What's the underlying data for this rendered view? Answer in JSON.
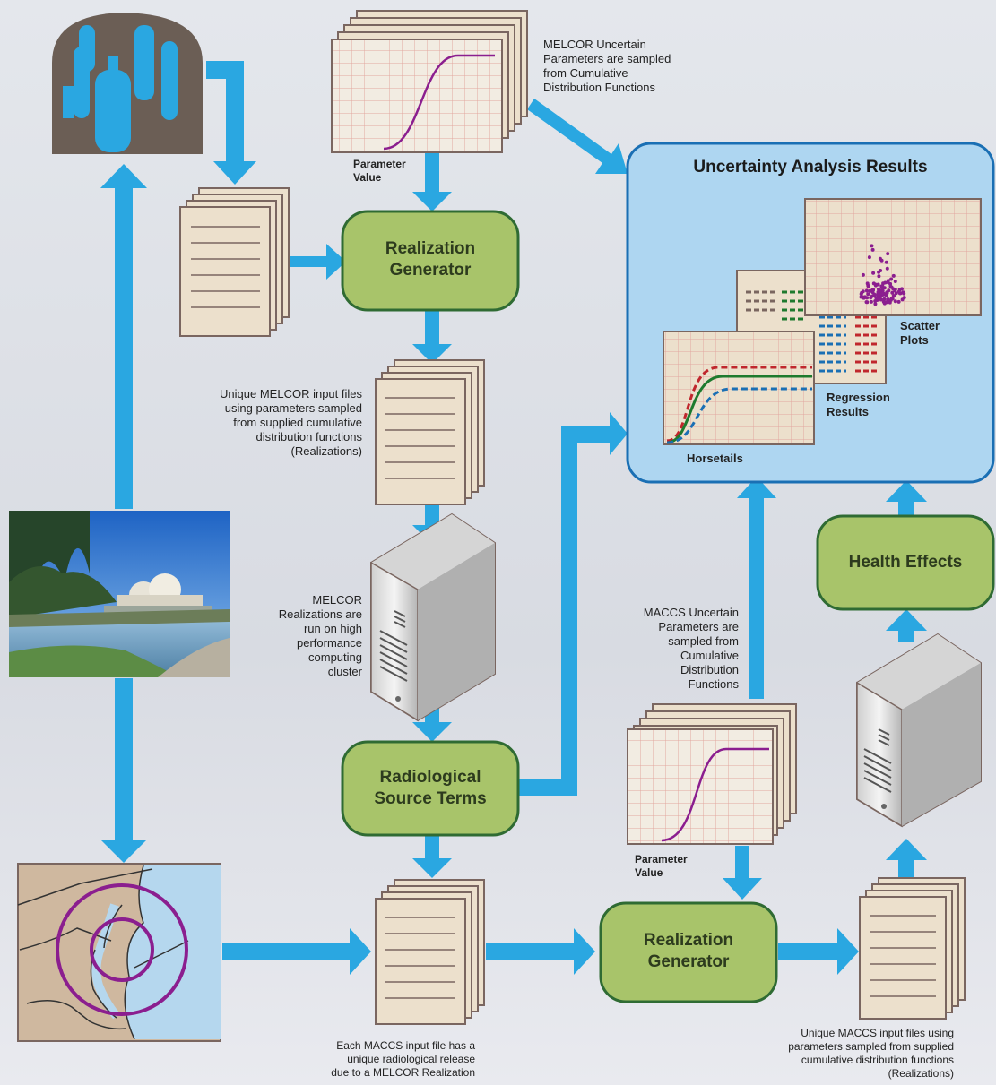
{
  "title": "Uncertainty Analysis Results",
  "nodes": {
    "realization_generator_top": "Realization\nGenerator",
    "radiological_source_terms": "Radiological\nSource Terms",
    "realization_generator_bottom": "Realization\nGenerator",
    "health_effects": "Health Effects"
  },
  "results": {
    "scatter_plots": "Scatter\nPlots",
    "regression_results": "Regression\nResults",
    "horsetails": "Horsetails"
  },
  "labels": {
    "melcor_uncertain": "MELCOR Uncertain\nParameters are sampled\nfrom Cumulative\nDistribution Functions",
    "parameter_value_top": "Parameter\nValue",
    "unique_melcor_inputs": "Unique MELCOR input files\nusing parameters sampled\nfrom supplied cumulative\ndistribution functions\n(Realizations)",
    "melcor_realizations_run": "MELCOR\nRealizations are\nrun on high\nperformance\ncomputing\ncluster",
    "maccs_uncertain": "MACCS Uncertain\nParameters are\nsampled from\nCumulative\nDistribution\nFunctions",
    "parameter_value_bottom": "Parameter\nValue",
    "each_maccs_input": "Each MACCS input file has a\nunique radiological release\ndue to a MELCOR Realization",
    "unique_maccs_inputs": "Unique MACCS input files using\nparameters sampled from supplied\ncumulative distribution functions\n(Realizations)"
  },
  "colors": {
    "arrow": "#2aa7e1",
    "green_box": "#a8c46a",
    "green_border": "#2f6b33",
    "doc_fill": "#ece0cc",
    "doc_border": "#7a6660",
    "panel_fill": "#aed6f1",
    "panel_border": "#1a6fb4",
    "cdf_curve": "#8b1e8f",
    "containment": "#6b5e55"
  }
}
